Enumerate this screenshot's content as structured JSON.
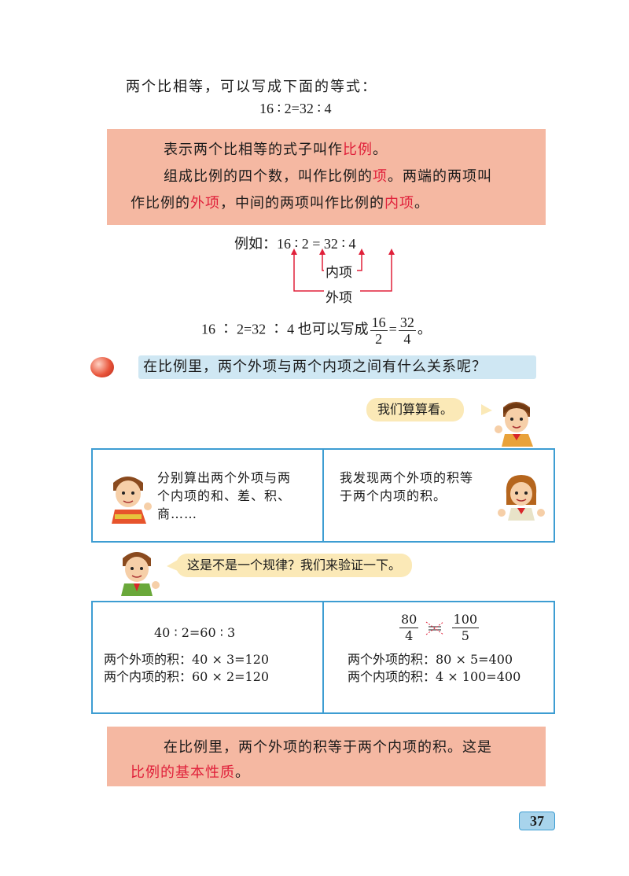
{
  "intro": "两个比相等，可以写成下面的等式：",
  "equation": "16 ∶ 2=32 ∶ 4",
  "definition": {
    "l1_pre": "表示两个比相等的式子叫作",
    "l1_term": "比例",
    "l1_post": "。",
    "l2_pre": "组成比例的四个数，叫作比例的",
    "l2_term": "项",
    "l2_post": "。两端的两项叫",
    "l3_pre": "作比例的",
    "l3_term1": "外项",
    "l3_mid": "，中间的两项叫作比例的",
    "l3_term2": "内项",
    "l3_post": "。"
  },
  "example": {
    "label": "例如：",
    "a": "16",
    "b": "2",
    "c": "32",
    "d": "4",
    "eq": "=",
    "colon": "∶",
    "inner_label": "内项",
    "outer_label": "外项"
  },
  "fraction_line": {
    "pre": "16 ∶ 2=32 ∶ 4 也可以写成",
    "n1": "16",
    "d1": "2",
    "eq": "=",
    "n2": "32",
    "d2": "4",
    "post": "。"
  },
  "question": "在比例里，两个外项与两个内项之间有什么关系呢？",
  "bubble1": "我们算算看。",
  "panel_a": {
    "left_text": [
      "分别算出两个外项与两",
      "个内项的和、差、积、",
      "商……"
    ],
    "right_text": [
      "我发现两个外项的积等",
      "于两个内项的积。"
    ]
  },
  "bubble2": "这是不是一个规律？我们来验证一下。",
  "panel_b": {
    "left_eq": "40 ∶ 2=60 ∶ 3",
    "left_outer": "两个外项的积：40 × 3=120",
    "left_inner": "两个内项的积：60 × 2=120",
    "right_frac": {
      "n1": "80",
      "d1": "4",
      "n2": "100",
      "d2": "5"
    },
    "right_outer": "两个外项的积：80 × 5=400",
    "right_inner": "两个内项的积：4 × 100=400"
  },
  "rule": {
    "l1": "在比例里，两个外项的积等于两个内项的积。这是",
    "l2": "比例的基本性质",
    "l2_post": "。"
  },
  "page_number": "37",
  "colors": {
    "accent_red": "#e0203a",
    "box_salmon": "#f5b8a2",
    "panel_blue": "#3d9dd2",
    "question_blue": "#cfe7f3",
    "bubble_yellow": "#fbe9b7"
  }
}
